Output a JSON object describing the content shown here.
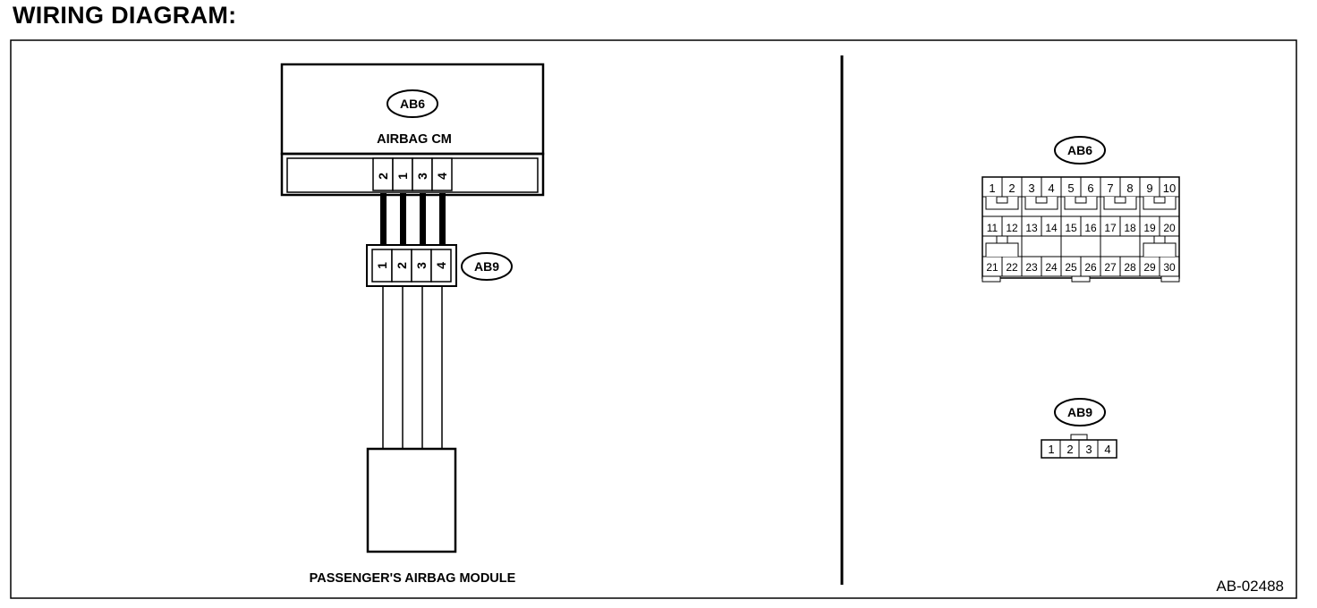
{
  "title": "WIRING DIAGRAM:",
  "schematic": {
    "cm_connector": "AB6",
    "cm_label": "AIRBAG CM",
    "cm_pins": [
      "2",
      "1",
      "3",
      "4"
    ],
    "module_connector": "AB9",
    "module_pins": [
      "1",
      "2",
      "3",
      "4"
    ],
    "module_label": "PASSENGER'S AIRBAG MODULE"
  },
  "connector_views": {
    "ab6": {
      "label": "AB6",
      "row1": [
        "1",
        "2",
        "3",
        "4",
        "5",
        "6",
        "7",
        "8",
        "9",
        "10"
      ],
      "row2": [
        "11",
        "12",
        "13",
        "14",
        "15",
        "16",
        "17",
        "18",
        "19",
        "20"
      ],
      "row3": [
        "21",
        "22",
        "23",
        "24",
        "25",
        "26",
        "27",
        "28",
        "29",
        "30"
      ]
    },
    "ab9": {
      "label": "AB9",
      "pins": [
        "1",
        "2",
        "3",
        "4"
      ]
    }
  },
  "figure_id": "AB-02488"
}
